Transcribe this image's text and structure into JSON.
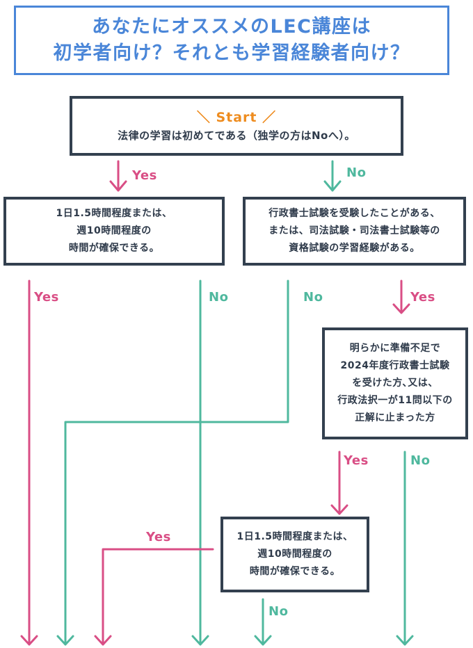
{
  "title": {
    "line1": "あなたにオススメのLEC講座は",
    "line2": "初学者向け？それとも学習経験者向け？"
  },
  "start": {
    "label": "＼ Start ／",
    "question": "法律の学習は初めてである（独学の方はNoへ）。"
  },
  "study_time_node": {
    "lines": [
      "1日1.5時間程度または、",
      "週10時間程度の",
      "時間が確保できる。"
    ]
  },
  "experience_node": {
    "lines": [
      "行政書士試験を受験したことがある、",
      "または、司法試験・司法書士試験等の",
      "資格試験の学習経験がある。"
    ]
  },
  "prep_node": {
    "lines": [
      "明らかに準備不足で",
      "2024年度行政書士試験",
      "を受けた方､又は、",
      "行政法択一が11問以下の",
      "正解に止まった方"
    ]
  },
  "study_time_node_2": {
    "lines": [
      "1日1.5時間程度または、",
      "週10時間程度の",
      "時間が確保できる。"
    ]
  },
  "edge_labels": {
    "yes": "Yes",
    "no": "No"
  },
  "colors": {
    "title": "#4a86d8",
    "box_border": "#33404f",
    "start": "#ee8c1f",
    "yes": "#d94e85",
    "no": "#4fb89e"
  }
}
